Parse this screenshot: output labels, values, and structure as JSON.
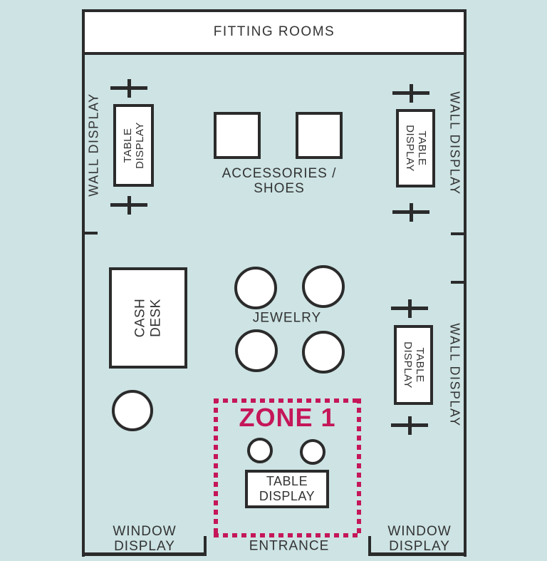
{
  "colors": {
    "background": "#cde3e4",
    "wall": "#2b2b2b",
    "text": "#333333",
    "accent_pink": "#c51659",
    "fixture_fill": "#ffffff"
  },
  "fitting_rooms": {
    "label": "FITTING ROOMS"
  },
  "wall_labels": {
    "left": "WALL DISPLAY",
    "right_top": "WALL DISPLAY",
    "right_bottom": "WALL DISPLAY"
  },
  "fixtures": {
    "table_display_left": {
      "line1": "TABLE",
      "line2": "DISPLAY"
    },
    "table_display_right_top": {
      "line1": "TABLE",
      "line2": "DISPLAY"
    },
    "table_display_right_bottom": {
      "line1": "TABLE",
      "line2": "DISPLAY"
    },
    "accessories_shoes": {
      "line1": "ACCESSORIES /",
      "line2": "SHOES"
    },
    "jewelry": {
      "label": "JEWELRY"
    },
    "cash_desk": {
      "line1": "CASH",
      "line2": "DESK"
    }
  },
  "zone1": {
    "title": "ZONE 1",
    "table_display": {
      "line1": "TABLE",
      "line2": "DISPLAY"
    }
  },
  "bottom_labels": {
    "window_display_left": {
      "line1": "WINDOW",
      "line2": "DISPLAY"
    },
    "entrance": "ENTRANCE",
    "window_display_right": {
      "line1": "WINDOW",
      "line2": "DISPLAY"
    }
  }
}
